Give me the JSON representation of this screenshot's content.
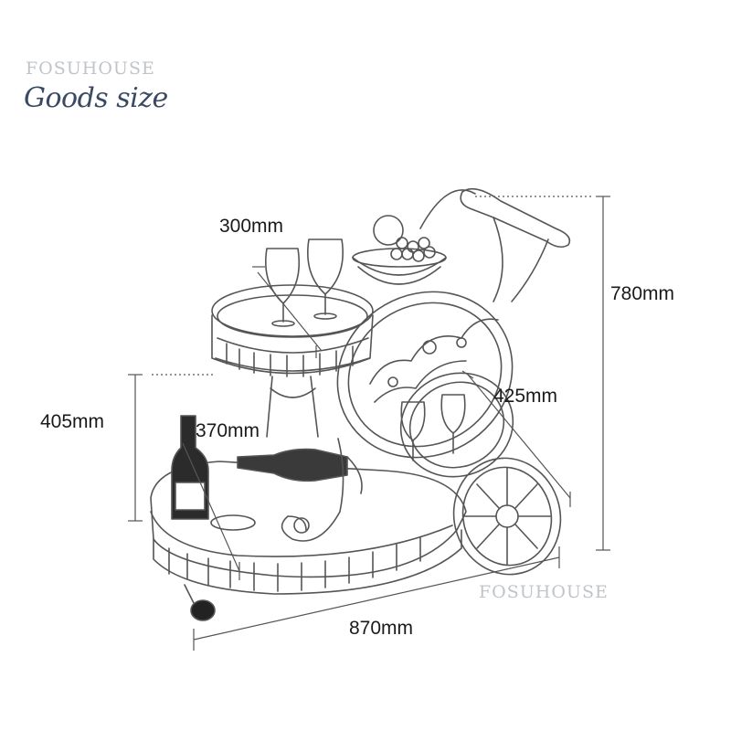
{
  "brand": {
    "top_text": "FOSUHOUSE",
    "bottom_text": "FOSUHOUSE",
    "subtitle": "Goods size"
  },
  "dimensions": {
    "height_total": "780mm",
    "height_lower": "405mm",
    "upper_tray_width": "300mm",
    "lower_tray_width": "370mm",
    "wheel_span": "425mm",
    "length_total": "870mm"
  },
  "colors": {
    "line": "#555555",
    "text": "#1a1a1a",
    "brand": "#c0c4c9",
    "subtitle": "#3a4a63"
  }
}
